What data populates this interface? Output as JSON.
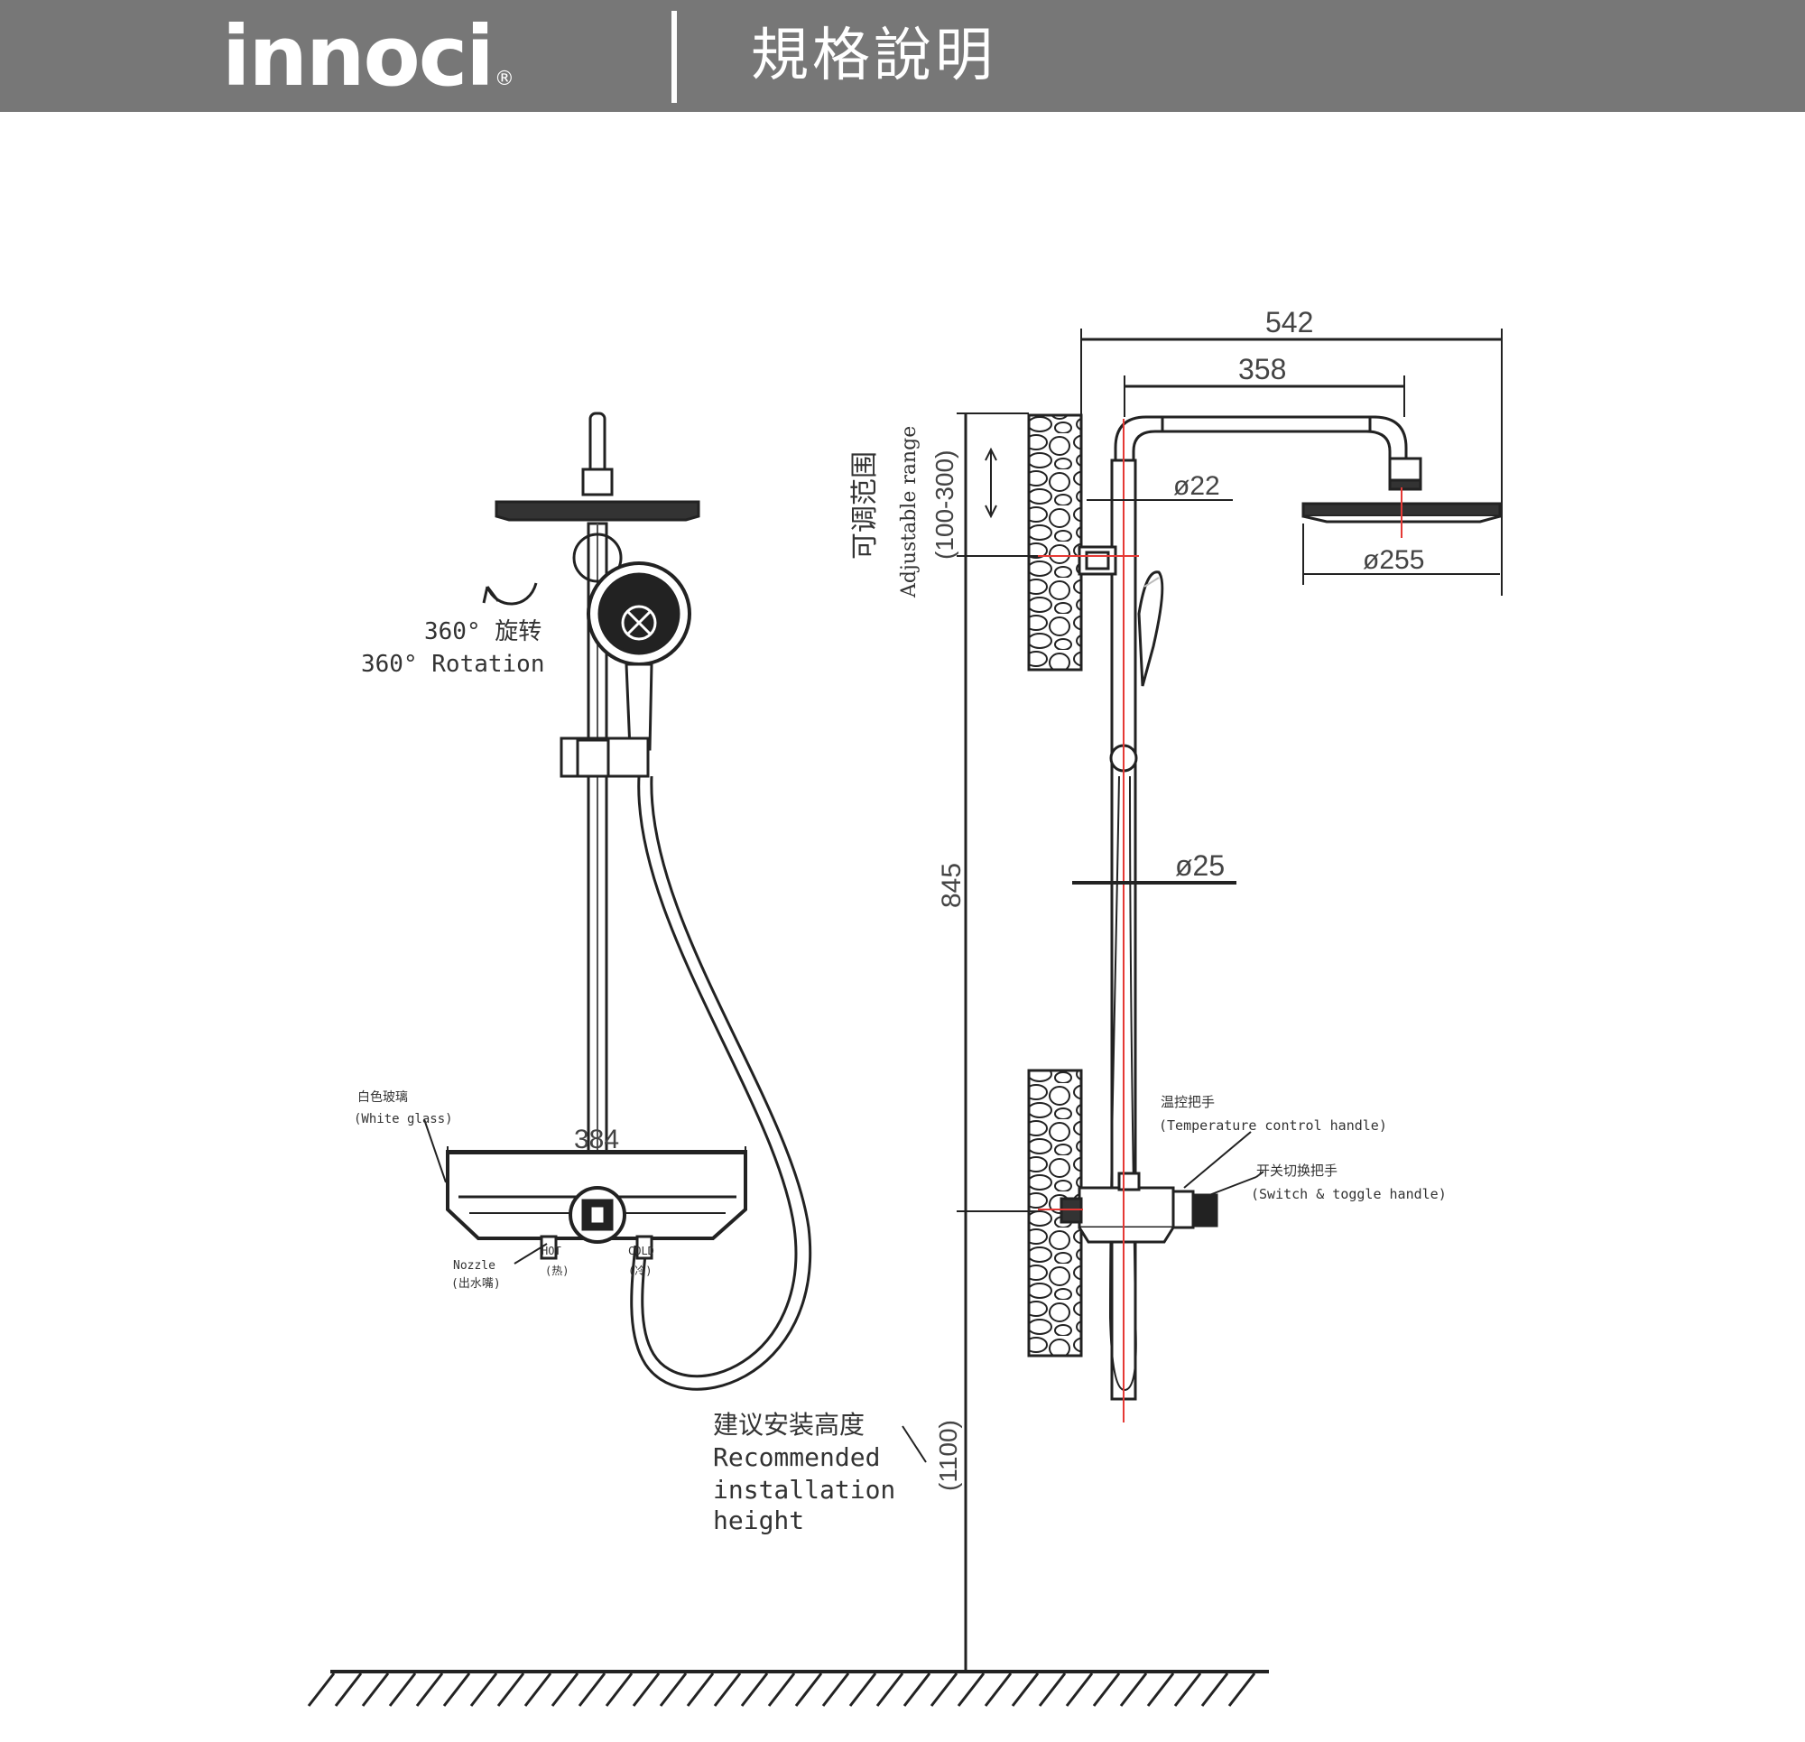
{
  "header": {
    "brand": "innoci",
    "brand_mark": "®",
    "title": "規格說明"
  },
  "dimensions": {
    "overall_width": "542",
    "arm_length": "358",
    "arm_diameter": "ø22",
    "head_diameter": "ø255",
    "pipe_diameter": "ø25",
    "glass_width": "384",
    "pipe_height": "845",
    "adjustable": "(100-300)",
    "install_height": "(1100)"
  },
  "labels": {
    "rotation_cn": "360° 旋转",
    "rotation_en": "360° Rotation",
    "adjust_cn": "可调范围",
    "adjust_en": "Adjustable range",
    "glass_cn": "白色玻璃",
    "glass_en": "(White glass)",
    "nozzle_en": "Nozzle",
    "nozzle_cn": "(出水嘴)",
    "hot_en": "HOT",
    "hot_cn": "(热)",
    "cold_en": "COLD",
    "cold_cn": "(冷)",
    "temp_cn": "温控把手",
    "temp_en": "(Temperature control handle)",
    "switch_cn": "开关切换把手",
    "switch_en": "(Switch & toggle handle)",
    "install_cn": "建议安装高度",
    "install_en_1": "Recommended",
    "install_en_2": "installation",
    "install_en_3": "height"
  }
}
